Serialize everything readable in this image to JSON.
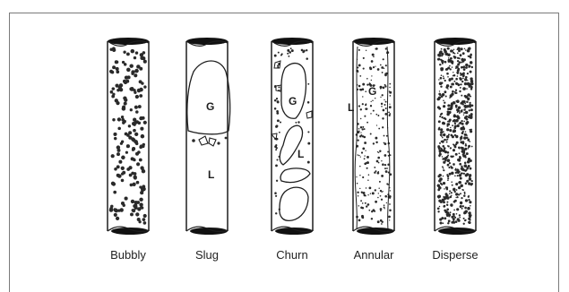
{
  "pipes": [
    {
      "label": "Bubbly",
      "regime": "bubbly",
      "dots": 190
    },
    {
      "label": "Slug",
      "regime": "slug",
      "dots": 0,
      "regions": {
        "gas": "G",
        "liquid": "L"
      }
    },
    {
      "label": "Churn",
      "regime": "churn",
      "dots": 55,
      "regions": {
        "gas": "G",
        "liquid": "L"
      }
    },
    {
      "label": "Annular",
      "regime": "annular",
      "dots": 240,
      "regions": {
        "liquid": "L",
        "gas": "G"
      }
    },
    {
      "label": "Disperse",
      "regime": "disperse",
      "dots": 620
    }
  ],
  "colors": {
    "stroke": "#1e1e1e",
    "dot": "#2a2a2a",
    "background": "#ffffff"
  }
}
